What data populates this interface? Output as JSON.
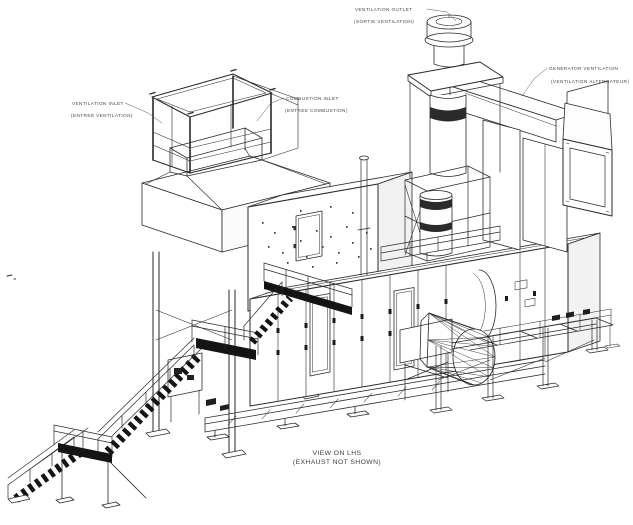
{
  "drawing": {
    "title_note": "isometric package drawing",
    "background": "#ffffff",
    "line_color": "#2a2a2a",
    "dark_fill": "#141414",
    "label_color": "#474747"
  },
  "labels": {
    "ventilation_outlet": {
      "line1": "VENTILATION OUTLET",
      "line2": "(SORTIE VENTILATION)"
    },
    "combustion_inlet": {
      "line1": "COMBUSTION INLET",
      "line2": "(ENTREE COMBUSTION)"
    },
    "ventilation_inlet": {
      "line1": "VENTILATION INLET",
      "line2": "(ENTREE VENTILATION)"
    },
    "generator_ventilation": {
      "line1": "GENERATOR VENTILATION",
      "line2": "(VENTILATION ALTERNATEUR)"
    }
  },
  "caption": {
    "line1": "VIEW ON LHS",
    "line2": "(EXHAUST NOT SHOWN)"
  }
}
